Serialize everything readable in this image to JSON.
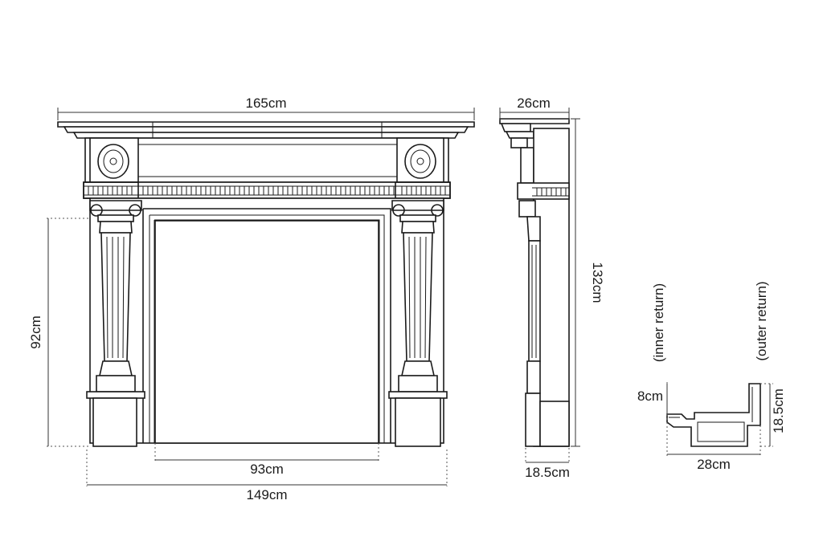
{
  "front_view": {
    "overall_width_label": "165cm",
    "base_width_label": "149cm",
    "opening_width_label": "93cm",
    "opening_height_label": "92cm"
  },
  "side_view": {
    "top_depth_label": "26cm",
    "height_label": "132cm",
    "base_depth_label": "18.5cm"
  },
  "section_view": {
    "inner_return_label": "(inner return)",
    "outer_return_label": "(outer return)",
    "inner_height_label": "8cm",
    "outer_height_label": "18.5cm",
    "width_label": "28cm"
  }
}
